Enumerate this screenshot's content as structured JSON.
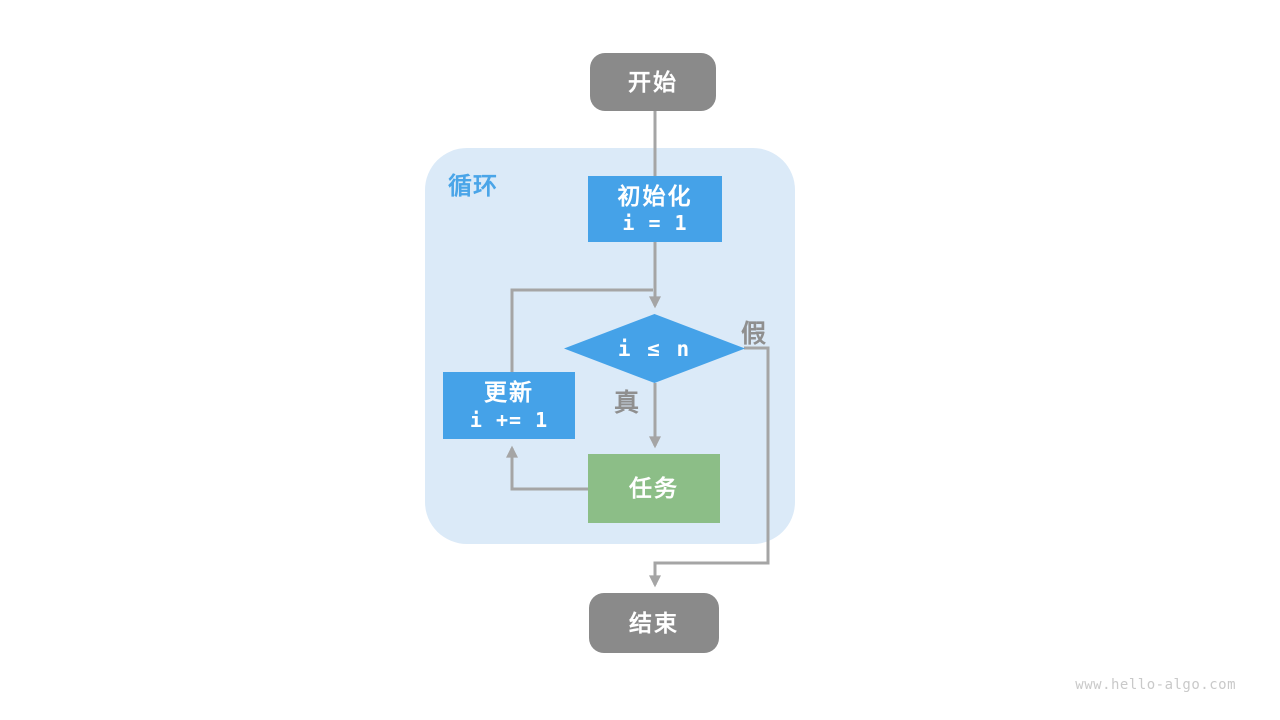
{
  "page": {
    "watermark": "www.hello-algo.com"
  },
  "diagram": {
    "container_label": "循环",
    "nodes": {
      "start": {
        "label": "开始"
      },
      "init": {
        "title": "初始化",
        "code": "i = 1"
      },
      "condition": {
        "code": "i ≤ n"
      },
      "update": {
        "title": "更新",
        "code": "i += 1"
      },
      "task": {
        "label": "任务"
      },
      "end": {
        "label": "结束"
      }
    },
    "edge_labels": {
      "false_branch": "假",
      "true_branch": "真"
    },
    "colors": {
      "terminal_fill": "#8a8a8a",
      "process_fill": "#45a2e8",
      "task_fill": "#8cbe87",
      "container_fill": "#dbeaf8",
      "container_label": "#4aa5e8",
      "connector": "#a5a5a5",
      "edge_label": "#8f8f8f",
      "watermark": "#c9c9c9",
      "text_on_node": "#ffffff"
    }
  }
}
